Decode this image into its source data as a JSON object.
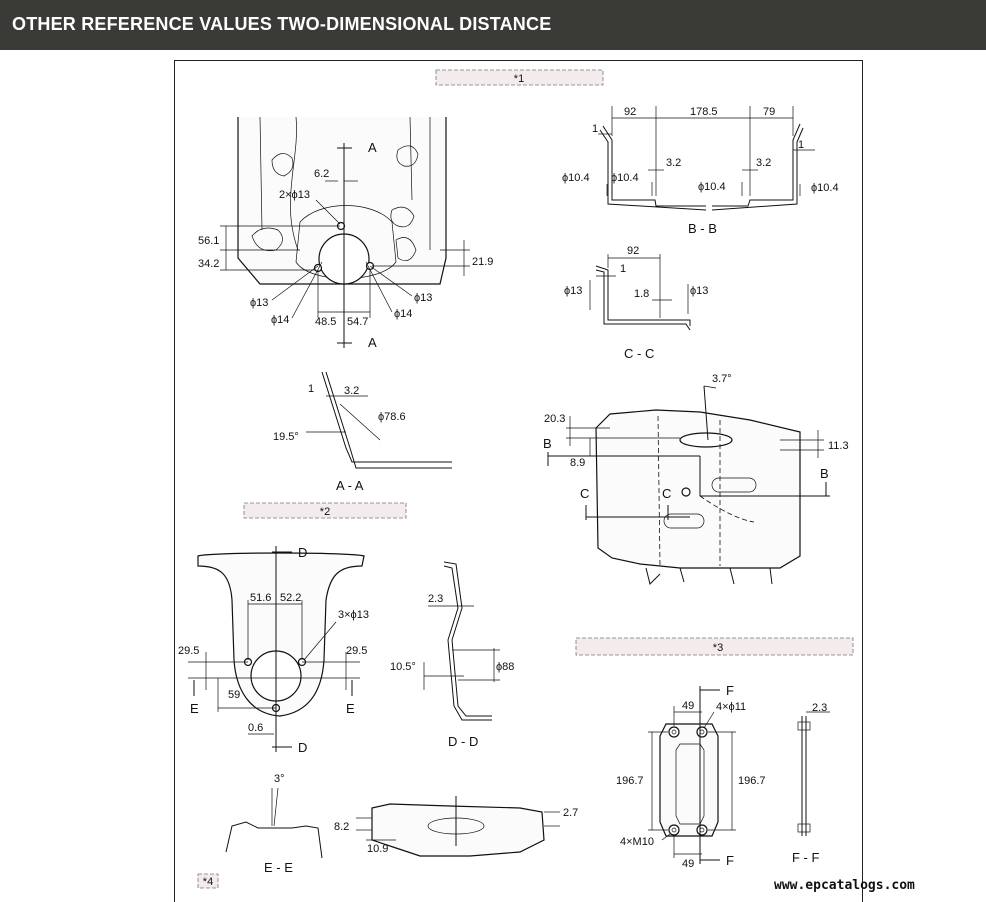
{
  "header": {
    "title": "OTHER REFERENCE VALUES   TWO-DIMENSIONAL DISTANCE"
  },
  "tags": {
    "t1": "*1",
    "t2": "*2",
    "t3": "*3",
    "t4": "*4"
  },
  "views": {
    "bb": "B - B",
    "cc": "C - C",
    "aa": "A - A",
    "dd": "D - D",
    "ee": "E - E",
    "ff": "F - F"
  },
  "section_marks": {
    "A": "A",
    "B": "B",
    "C": "C",
    "D": "D",
    "E": "E",
    "F": "F"
  },
  "dims": {
    "d6_2": "6.2",
    "d2x13": "2×ϕ13",
    "d56_1": "56.1",
    "d34_2": "34.2",
    "d21_9": "21.9",
    "d13a": "ϕ13",
    "d14a": "ϕ14",
    "d48_5": "48.5",
    "d54_7": "54.7",
    "d14b": "ϕ14",
    "d13b": "ϕ13",
    "b92": "92",
    "b178_5": "178.5",
    "b79": "79",
    "b1a": "1",
    "b1b": "1",
    "b3_2a": "3.2",
    "b3_2b": "3.2",
    "b10_4a": "ϕ10.4",
    "b10_4b": "ϕ10.4",
    "b10_4c": "ϕ10.4",
    "b10_4d": "ϕ10.4",
    "c92": "92",
    "c1": "1",
    "c13a": "ϕ13",
    "c1_8": "1.8",
    "c13b": "ϕ13",
    "a1": "1",
    "a3_2": "3.2",
    "a78_6": "ϕ78.6",
    "a19_5": "19.5°",
    "r3_7": "3.7°",
    "r20_3": "20.3",
    "r8_9": "8.9",
    "r11_3": "11.3",
    "p51_6": "51.6",
    "p52_2": "52.2",
    "p3x13": "3×ϕ13",
    "p29_5a": "29.5",
    "p29_5b": "29.5",
    "p59": "59",
    "p0_6": "0.6",
    "dd2_3": "2.3",
    "dd10_5": "10.5°",
    "dd88": "ϕ88",
    "e3": "3°",
    "s8_2": "8.2",
    "s2_7": "2.7",
    "s10_9": "10.9",
    "f49a": "49",
    "f4x11": "4×ϕ11",
    "f196_7a": "196.7",
    "f196_7b": "196.7",
    "f4xM10": "4×M10",
    "f49b": "49",
    "f2_3": "2.3"
  },
  "watermark": "www.epcatalogs.com"
}
